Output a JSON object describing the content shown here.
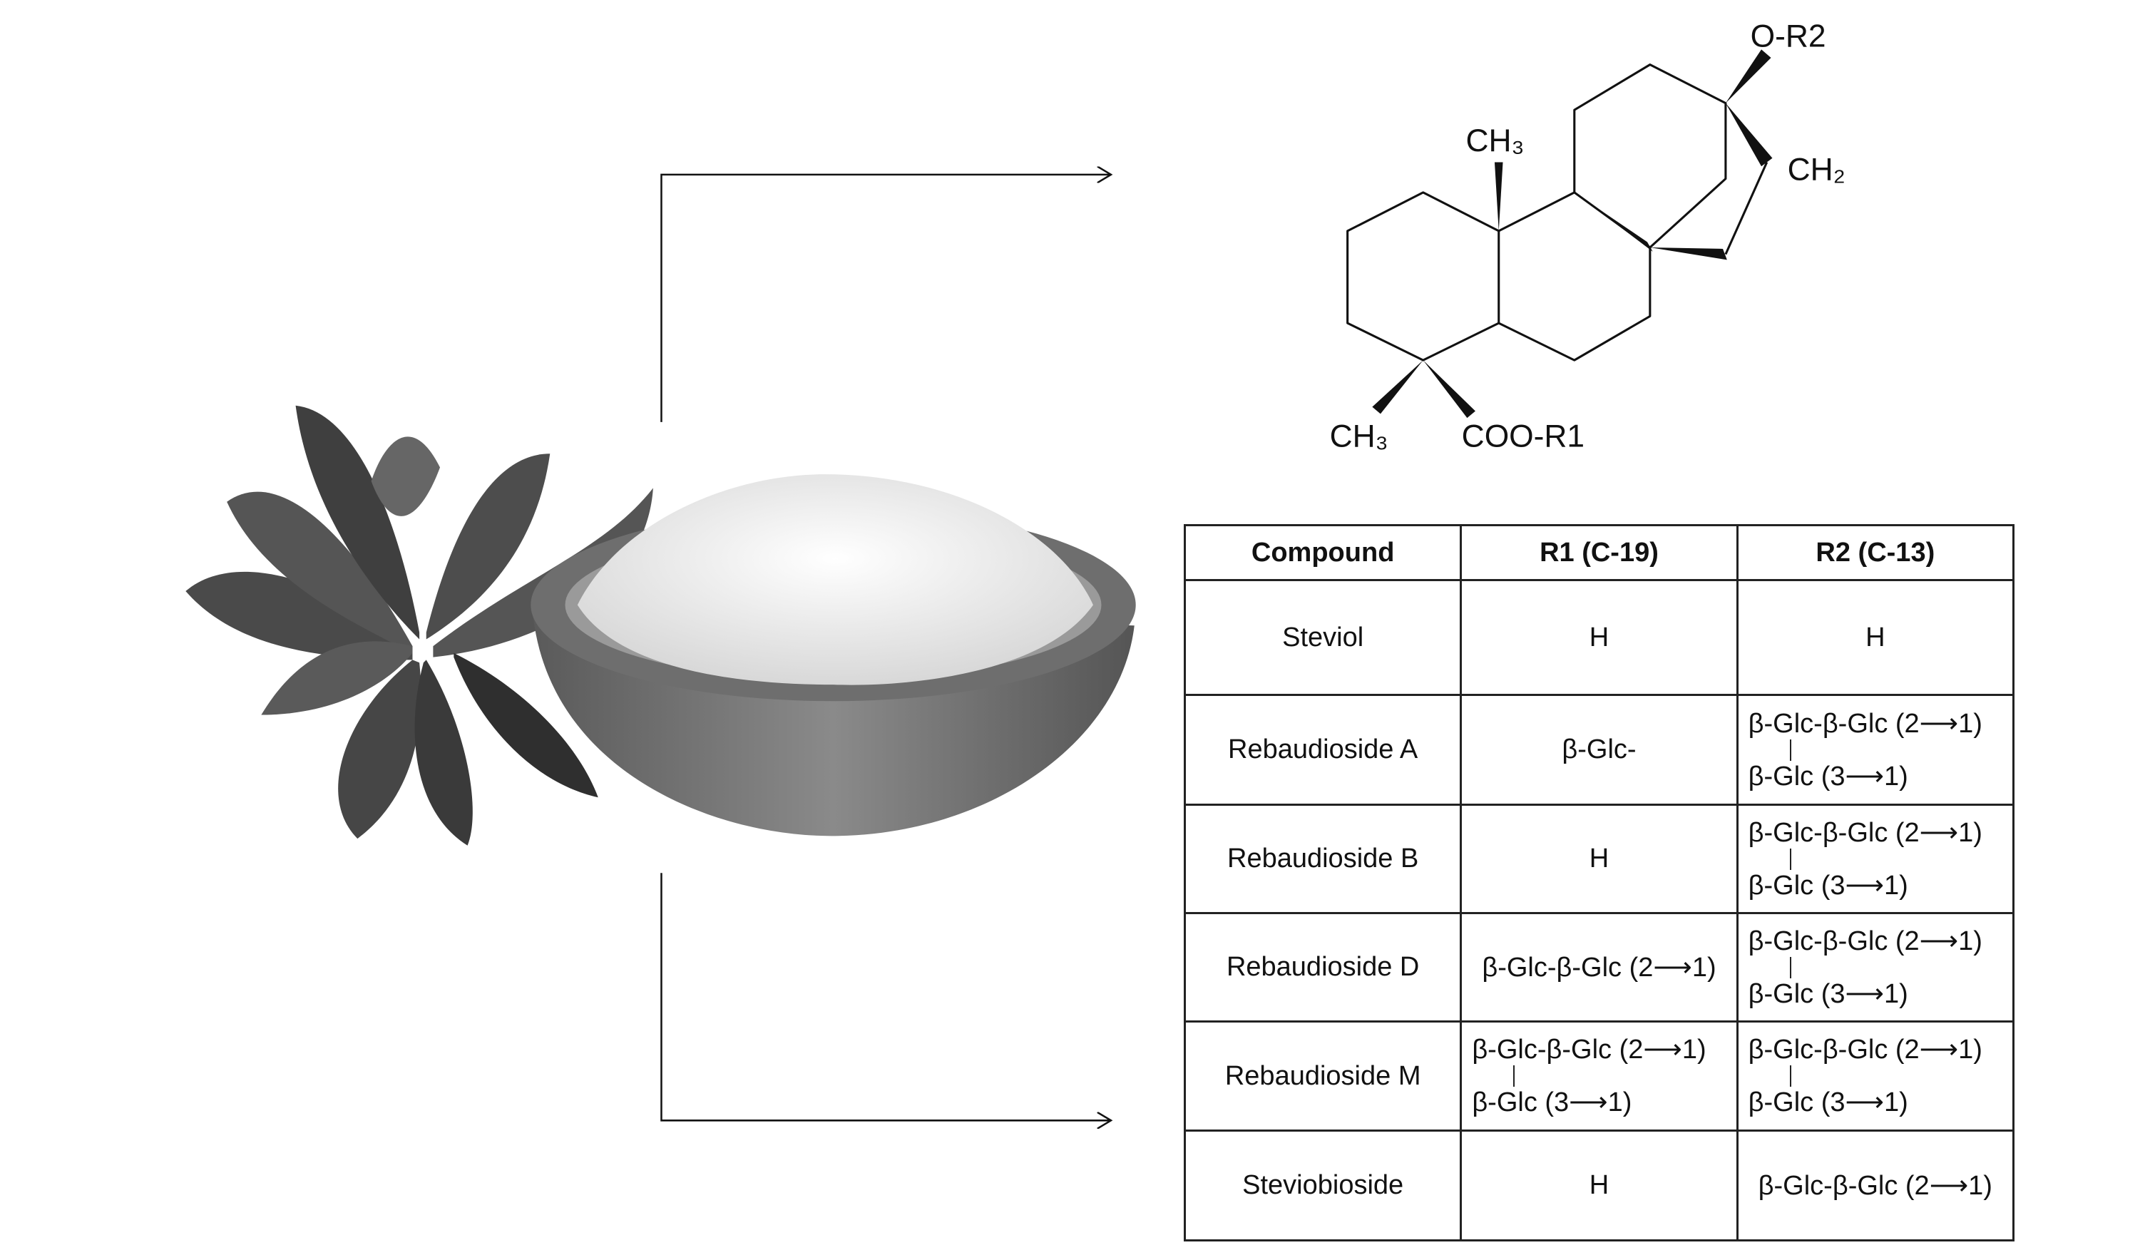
{
  "molecule": {
    "labels": {
      "o_r2": "O-R2",
      "ch3_top": "CH₃",
      "ch2": "CH₂",
      "ch3_bottom": "CH₃",
      "coo_r1": "COO-R1"
    }
  },
  "table": {
    "headers": [
      "Compound",
      "R1 (C-19)",
      "R2 (C-13)"
    ],
    "rows": [
      {
        "compound": "Steviol",
        "r1": {
          "text": "H"
        },
        "r2": {
          "text": "H"
        }
      },
      {
        "compound": "Rebaudioside A",
        "r1": {
          "text": "β-Glc-"
        },
        "r2": {
          "top": "β-Glc-β-Glc (2⟶1)",
          "bottom": "β-Glc (3⟶1)"
        }
      },
      {
        "compound": "Rebaudioside B",
        "r1": {
          "text": "H"
        },
        "r2": {
          "top": "β-Glc-β-Glc (2⟶1)",
          "bottom": "β-Glc (3⟶1)"
        }
      },
      {
        "compound": "Rebaudioside D",
        "r1": {
          "text": "β-Glc-β-Glc (2⟶1)"
        },
        "r2": {
          "top": "β-Glc-β-Glc (2⟶1)",
          "bottom": "β-Glc (3⟶1)"
        }
      },
      {
        "compound": "Rebaudioside M",
        "r1": {
          "top": "β-Glc-β-Glc (2⟶1)",
          "bottom": "β-Glc (3⟶1)"
        },
        "r2": {
          "top": "β-Glc-β-Glc (2⟶1)",
          "bottom": "β-Glc (3⟶1)"
        }
      },
      {
        "compound": "Steviobioside",
        "r1": {
          "text": "H"
        },
        "r2": {
          "text": "β-Glc-β-Glc (2⟶1)"
        }
      }
    ]
  },
  "colors": {
    "line": "#111111",
    "leaf": "#4a4a4a",
    "bowl": "#7a7a7a",
    "sugar": "#f2f2f2"
  }
}
